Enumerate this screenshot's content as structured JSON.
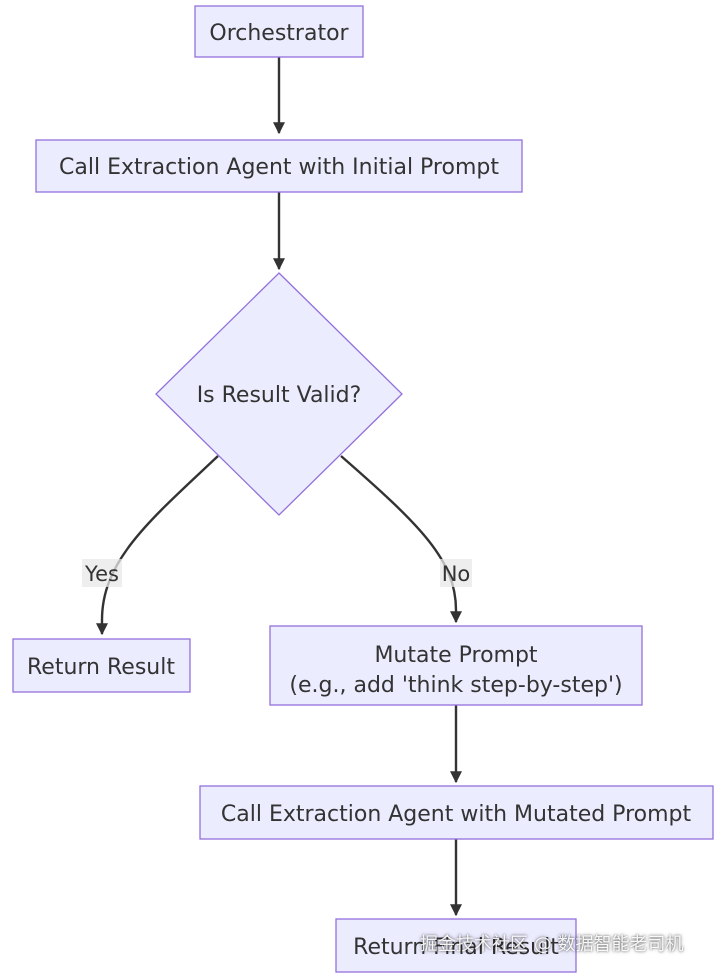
{
  "nodes": {
    "orchestrator": "Orchestrator",
    "call_initial": "Call Extraction Agent with Initial Prompt",
    "decision": "Is Result Valid?",
    "return_result": "Return Result",
    "mutate_line1": "Mutate Prompt",
    "mutate_line2": "(e.g., add 'think step-by-step')",
    "call_mutated": "Call Extraction Agent with Mutated Prompt",
    "return_final": "Return Final Result"
  },
  "edges": {
    "yes_label": "Yes",
    "no_label": "No"
  },
  "colors": {
    "node_fill": "#ECECFF",
    "node_stroke": "#9370DB",
    "edge": "#333333",
    "text": "#333333"
  },
  "watermark": "掘金技术社区 @ 数据智能老司机"
}
